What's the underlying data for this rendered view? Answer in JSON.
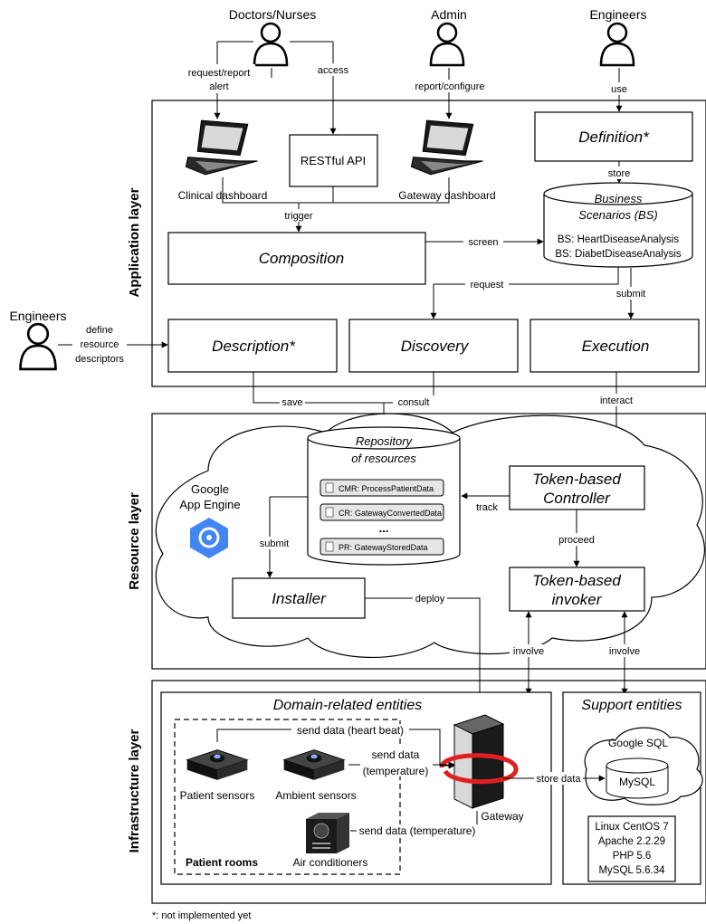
{
  "colors": {
    "line": "#000000",
    "cloud_fill": "#ffffff",
    "gae_blue": "#4285f4",
    "rotation_red": "#e02020"
  },
  "actors": {
    "doctors": "Doctors/Nurses",
    "admin": "Admin",
    "engineers_top": "Engineers",
    "engineers_left": "Engineers"
  },
  "edges": {
    "request_report": "request/report",
    "alert": "alert",
    "access": "access",
    "report_configure": "report/configure",
    "use": "use",
    "store": "store",
    "trigger": "trigger",
    "screen": "screen",
    "request": "request",
    "submit_top": "submit",
    "define": "define",
    "resource": "resource",
    "descriptors": "descriptors",
    "save": "save",
    "consult": "consult",
    "interact": "interact",
    "track": "track",
    "proceed": "proceed",
    "submit_res": "submit",
    "deploy": "deploy",
    "involve_1": "involve",
    "involve_2": "involve",
    "send_heartbeat": "send data (heart beat)",
    "send_data": "send data",
    "temperature_paren": "(temperature)",
    "send_temp_ac": "send data (temperature)",
    "store_data": "store data"
  },
  "layers": {
    "application": "Application layer",
    "resource": "Resource layer",
    "infrastructure": "Infrastructure layer"
  },
  "application": {
    "clinical_dashboard": "Clinical dashboard",
    "restful_api": "RESTful API",
    "gateway_dashboard": "Gateway dashboard",
    "definition": "Definition*",
    "bs_title_1": "Business",
    "bs_title_2": "Scenarios (BS)",
    "bs_item_1": "BS: HeartDiseaseAnalysis",
    "bs_item_2": "BS: DiabetDiseaseAnalysis",
    "composition": "Composition",
    "description": "Description*",
    "discovery": "Discovery",
    "execution": "Execution"
  },
  "resource": {
    "gae_1": "Google",
    "gae_2": "App Engine",
    "repo_title_1": "Repository",
    "repo_title_2": "of resources",
    "repo_items": [
      "CMR: ProcessPatientData",
      "CR: GatewayConvertedData",
      "PR: GatewayStoredData"
    ],
    "repo_ellipsis": "...",
    "controller_1": "Token-based",
    "controller_2": "Controller",
    "invoker_1": "Token-based",
    "invoker_2": "invoker",
    "installer": "Installer"
  },
  "infrastructure": {
    "domain_title": "Domain-related entities",
    "support_title": "Support entities",
    "patient_sensors": "Patient sensors",
    "ambient_sensors": "Ambient sensors",
    "air_conditioners": "Air conditioners",
    "patient_rooms": "Patient rooms",
    "gateway": "Gateway",
    "google_sql": "Google SQL",
    "mysql": "MySQL",
    "stack": [
      "Linux CentOS 7",
      "Apache 2.2.29",
      "PHP 5.6",
      "MySQL 5.6.34"
    ]
  },
  "footnote": "*: not implemented yet"
}
